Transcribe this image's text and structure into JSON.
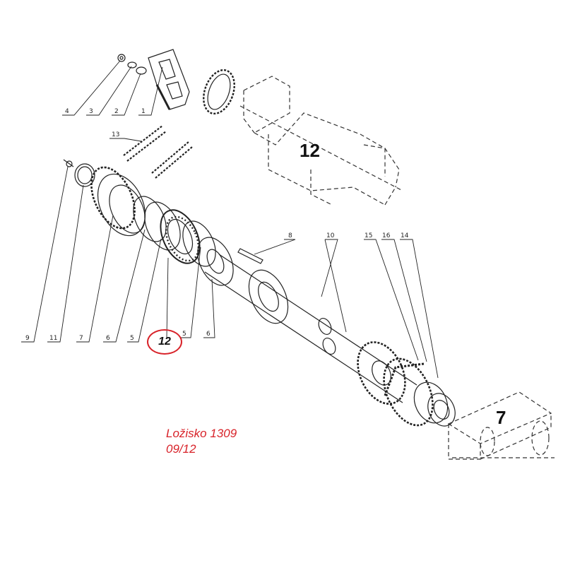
{
  "parts": {
    "p1": "1",
    "p2": "2",
    "p3": "3",
    "p4": "4",
    "p5a": "5",
    "p5b": "5",
    "p6a": "6",
    "p6b": "6",
    "p7": "7",
    "p8": "8",
    "p9": "9",
    "p10": "10",
    "p11": "11",
    "p13": "13",
    "p14": "14",
    "p15": "15",
    "p16": "16"
  },
  "blocks": {
    "upper": "12",
    "lower": "7"
  },
  "highlight": {
    "label": "12"
  },
  "note": {
    "line1": "Ložisko 1309",
    "line2": "09/12"
  },
  "colors": {
    "ink": "#111111",
    "highlight": "#d8232a"
  }
}
